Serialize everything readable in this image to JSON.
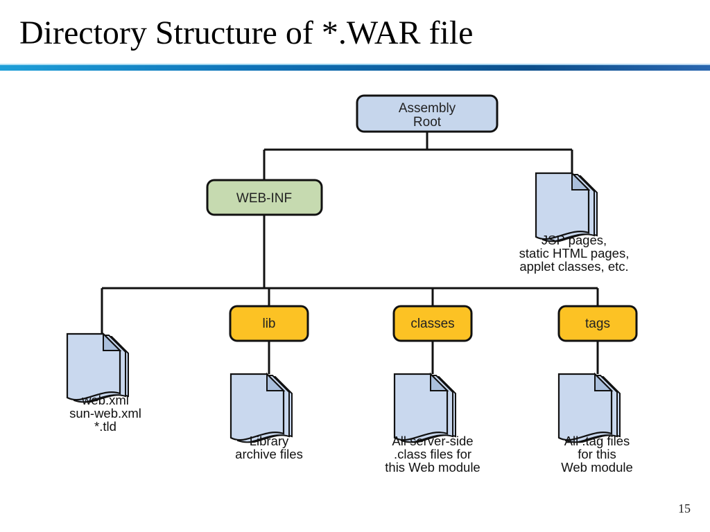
{
  "slide": {
    "title": "Directory Structure of *.WAR file",
    "page_number": "15"
  },
  "colors": {
    "root_fill": "#c6d6ec",
    "webinf_fill": "#c6dab0",
    "folder_fill": "#fcc224",
    "doc_fill": "#c9d8ee",
    "line": "#111111"
  },
  "nodes": {
    "root": {
      "line1": "Assembly",
      "line2": "Root"
    },
    "webinf": {
      "label": "WEB-INF"
    },
    "lib": {
      "label": "lib"
    },
    "classes": {
      "label": "classes"
    },
    "tags": {
      "label": "tags"
    }
  },
  "documents": {
    "web_content": {
      "lines": [
        "JSP pages,",
        "static HTML pages,",
        "applet classes, etc."
      ]
    },
    "descriptors": {
      "lines": [
        "web.xml",
        "sun-web.xml",
        "*.tld"
      ]
    },
    "library": {
      "lines": [
        "Library",
        "archive files"
      ]
    },
    "class_files": {
      "lines": [
        "All server-side",
        ".class files for",
        "this Web module"
      ]
    },
    "tag_files": {
      "lines": [
        "All .tag files",
        "for this",
        "Web module"
      ]
    }
  }
}
